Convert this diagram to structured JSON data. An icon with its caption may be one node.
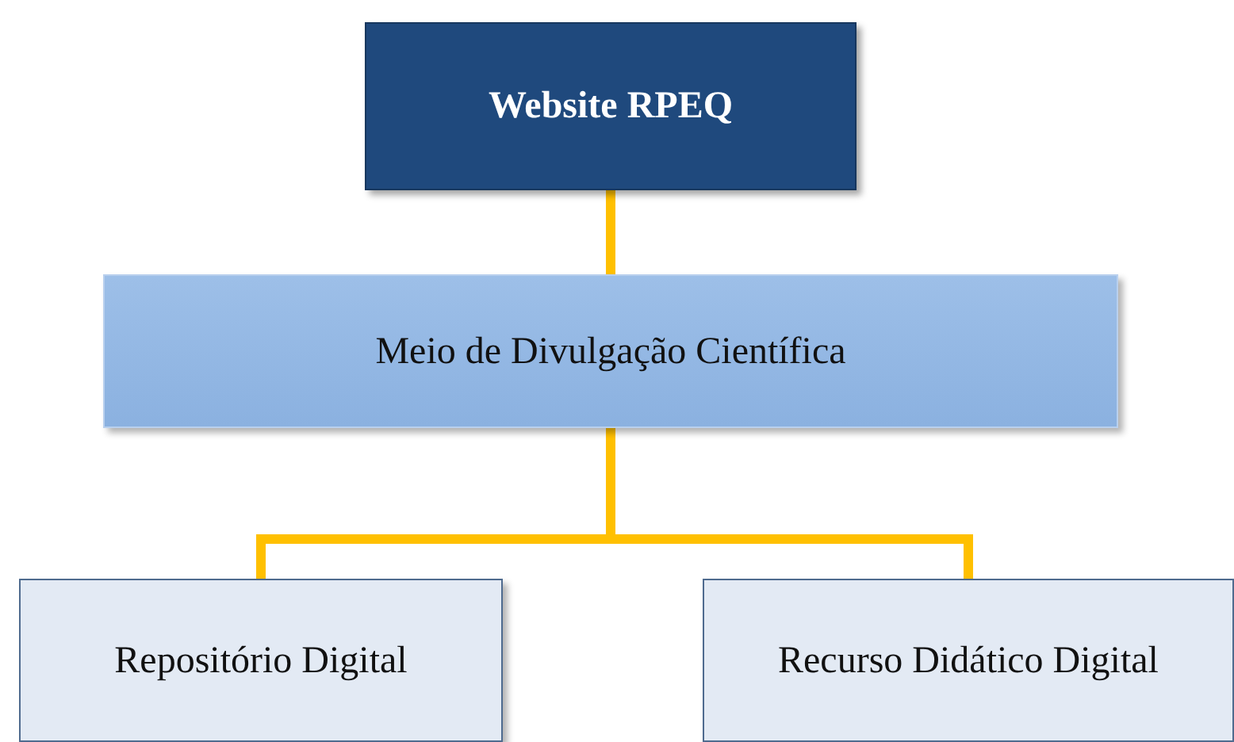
{
  "diagram": {
    "nodes": [
      {
        "text": [
          "Website RPEQ"
        ]
      },
      {
        "text": [
          "Meio de Divulgação Científica"
        ]
      },
      {
        "text": [
          "Repositório Digital"
        ]
      },
      {
        "text": [
          "Recurso Didático Digital"
        ]
      }
    ],
    "edges": [
      {
        "from": 0,
        "to": 1,
        "arrow": "none"
      },
      {
        "from": 1,
        "to": 2,
        "arrow": "none"
      },
      {
        "from": 1,
        "to": 3,
        "arrow": "none"
      }
    ]
  }
}
